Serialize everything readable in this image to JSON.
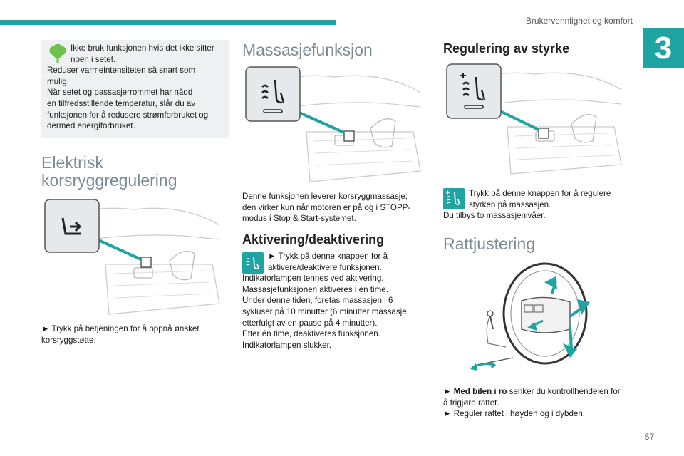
{
  "header": {
    "section_title": "Brukervennlighet og komfort",
    "chapter_number": "3"
  },
  "page_number": "57",
  "eco_note": {
    "lines": [
      "Ikke bruk funksjonen hvis det ikke sitter",
      "noen i setet.",
      "Reduser varmeintensiteten så snart som",
      "mulig.",
      "Når setet og passasjerrommet har nådd",
      "en tilfredsstillende temperatur, slår du av",
      "funksjonen for å redusere strømforbruket og",
      "dermed energiforbruket."
    ]
  },
  "lumbar": {
    "title_line1": "Elektrisk",
    "title_line2": "korsryggregulering",
    "instruction_line1": "► Trykk på betjeningen for å oppnå ønsket",
    "instruction_line2": "korsryggstøtte."
  },
  "massage": {
    "title": "Massasjefunksjon",
    "intro_line1": "Denne funksjonen leverer korsryggmassasje;",
    "intro_line2": "den virker kun når motoren er på og i STOPP-",
    "intro_line3": "modus i Stop & Start-systemet.",
    "activation_title": "Aktivering/deaktivering",
    "activation_lines": [
      "► Trykk på denne knappen for å",
      "aktivere/deaktivere funksjonen.",
      "Indikatorlampen tennes ved aktivering.",
      "Massasjefunksjonen aktiveres i én time.",
      "Under denne tiden, foretas massasjen i 6",
      "sykluser på 10 minutter (6 minutter massasje",
      "etterfulgt av en pause på 4 minutter).",
      "Etter én time, deaktiveres funksjonen.",
      "Indikatorlampen slukker."
    ]
  },
  "intensity": {
    "title": "Regulering av styrke",
    "lines": [
      "Trykk på denne knappen for å regulere",
      "styrken på massasjen.",
      "Du tilbys to massasjenivåer."
    ]
  },
  "steering": {
    "title": "Rattjustering",
    "line1_bold": "Med bilen i ro",
    "line1_prefix": "► ",
    "line1_rest": " senker du kontrollhendelen for",
    "line2": "å frigjøre rattet.",
    "line3": "► Reguler rattet i høyden og i dybden."
  },
  "colors": {
    "accent": "#1fa3a3",
    "eco_green": "#6cc24a",
    "heading_grey": "#7c8c94",
    "box_bg": "#eef0f2"
  },
  "icons": [
    "leaf-icon",
    "lumbar-seat-icon",
    "massage-seat-icon",
    "massage-intensity-icon"
  ]
}
